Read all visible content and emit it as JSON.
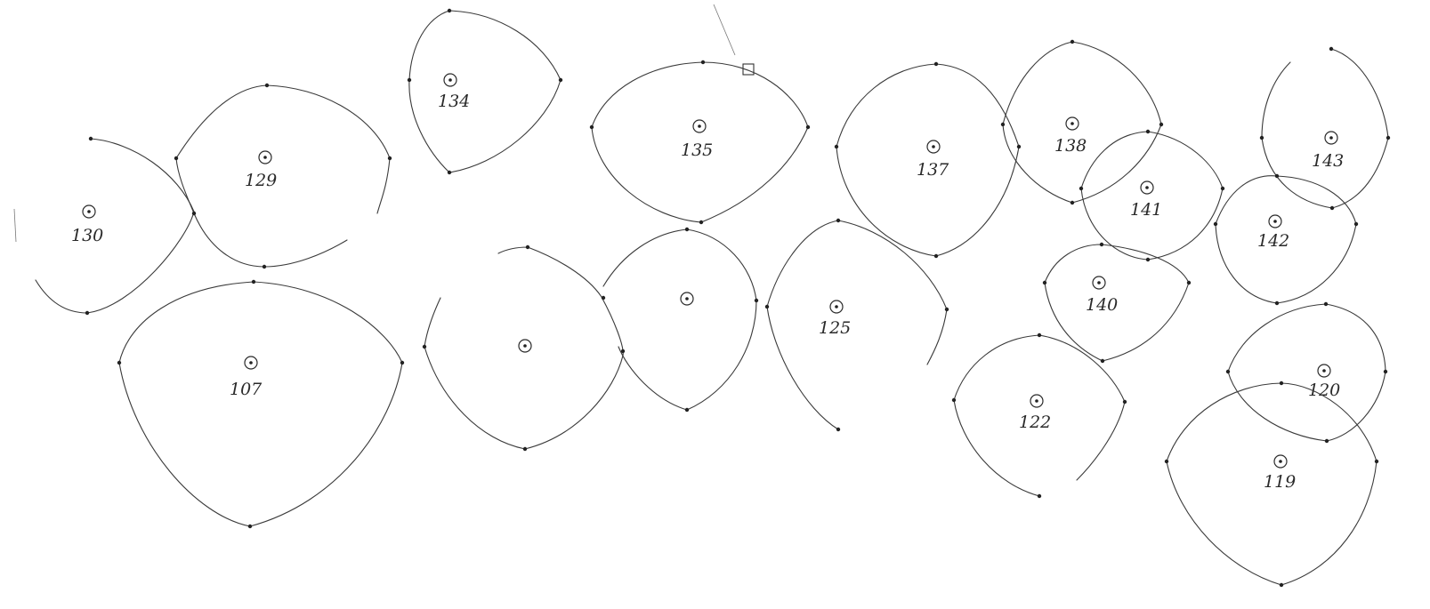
{
  "cells": [
    {
      "id": "c130",
      "label": "130"
    },
    {
      "id": "c129",
      "label": "129"
    },
    {
      "id": "c134",
      "label": "134"
    },
    {
      "id": "c135",
      "label": "135"
    },
    {
      "id": "c137",
      "label": "137"
    },
    {
      "id": "c138",
      "label": "138"
    },
    {
      "id": "c143",
      "label": "143"
    },
    {
      "id": "c141",
      "label": "141"
    },
    {
      "id": "c142",
      "label": "142"
    },
    {
      "id": "c140",
      "label": "140"
    },
    {
      "id": "c107",
      "label": "107"
    },
    {
      "id": "cA",
      "label": ""
    },
    {
      "id": "cB",
      "label": ""
    },
    {
      "id": "c125",
      "label": "125"
    },
    {
      "id": "c122",
      "label": "122"
    },
    {
      "id": "c120",
      "label": "120"
    },
    {
      "id": "c119",
      "label": "119"
    }
  ]
}
